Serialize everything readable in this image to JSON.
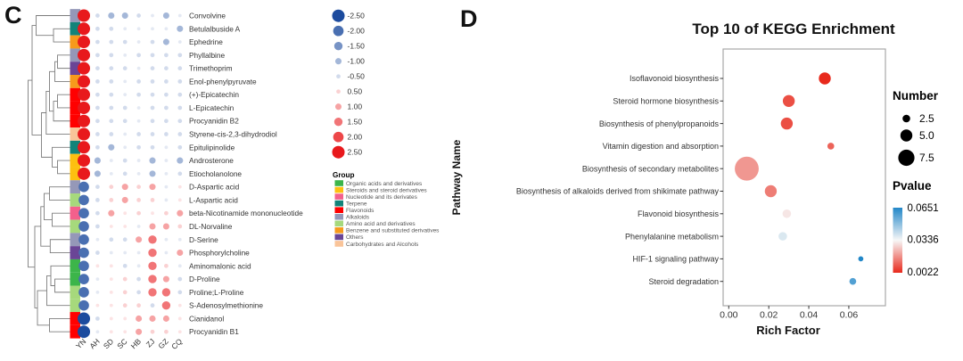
{
  "chart_data": [
    {
      "type": "heatmap",
      "panel": "C",
      "x_categories": [
        "YN",
        "AH",
        "SD",
        "SC",
        "HB",
        "ZJ",
        "GZ",
        "CQ"
      ],
      "scale_legend": {
        "labels": [
          "-2.50",
          "-2.00",
          "-1.50",
          "-1.00",
          "-0.50",
          "0.50",
          "1.00",
          "1.50",
          "2.00",
          "2.50"
        ]
      },
      "group_legend": {
        "title": "Group",
        "items": [
          {
            "label": "Organic acids and derivatives",
            "color": "#3CB54A"
          },
          {
            "label": "Steroids and steroid derivatives",
            "color": "#FDC010"
          },
          {
            "label": "Nucleotide and its derivates",
            "color": "#F4608C"
          },
          {
            "label": "Terpene",
            "color": "#128379"
          },
          {
            "label": "Flavonoids",
            "color": "#FF0000"
          },
          {
            "label": "Alkaloids",
            "color": "#9598B8"
          },
          {
            "label": "Amino acid and derivatives",
            "color": "#A6D97C"
          },
          {
            "label": "Benzene and substituted derivatives",
            "color": "#F79A1C"
          },
          {
            "label": "Others",
            "color": "#6A4596"
          },
          {
            "label": "Carbohydrates and Alcohols",
            "color": "#F9C499"
          }
        ]
      },
      "rows": [
        {
          "name": "Convolvine",
          "group": "Alkaloids",
          "values": [
            2.5,
            -0.5,
            -1.0,
            -1.0,
            -0.5,
            -0.3,
            -1.0,
            -0.3
          ]
        },
        {
          "name": "Betulalbuside A",
          "group": "Terpene",
          "values": [
            2.5,
            -0.5,
            -0.5,
            -0.3,
            -0.3,
            -0.3,
            -0.3,
            -1.0
          ]
        },
        {
          "name": "Ephedrine",
          "group": "Benzene and substituted derivatives",
          "values": [
            2.5,
            -0.5,
            -0.5,
            -0.5,
            -0.3,
            -0.5,
            -1.0,
            -0.3
          ]
        },
        {
          "name": "Phyllalbine",
          "group": "Alkaloids",
          "values": [
            2.5,
            -0.5,
            -0.5,
            -0.3,
            -0.5,
            -0.5,
            -0.5,
            -0.5
          ]
        },
        {
          "name": "Trimethoprim",
          "group": "Others",
          "values": [
            2.5,
            -0.5,
            -0.5,
            -0.5,
            -0.3,
            -0.5,
            -0.5,
            -0.5
          ]
        },
        {
          "name": "Enol-phenylpyruvate",
          "group": "Benzene and substituted derivatives",
          "values": [
            2.5,
            -0.5,
            -0.5,
            -0.3,
            -0.5,
            -0.5,
            -0.5,
            -0.5
          ]
        },
        {
          "name": "(+)-Epicatechin",
          "group": "Flavonoids",
          "values": [
            2.5,
            -0.5,
            -0.5,
            -0.3,
            -0.5,
            -0.5,
            -0.5,
            -0.5
          ]
        },
        {
          "name": "L-Epicatechin",
          "group": "Flavonoids",
          "values": [
            2.5,
            -0.5,
            -0.5,
            -0.5,
            -0.3,
            -0.5,
            -0.5,
            -0.5
          ]
        },
        {
          "name": "Procyanidin B2",
          "group": "Flavonoids",
          "values": [
            2.5,
            -0.5,
            -0.5,
            -0.5,
            -0.3,
            -0.5,
            -0.5,
            -0.5
          ]
        },
        {
          "name": "Styrene-cis-2,3-dihydrodiol",
          "group": "Carbohydrates and Alcohols",
          "values": [
            2.5,
            -0.5,
            -0.5,
            -0.3,
            -0.5,
            -0.5,
            -0.5,
            -0.5
          ]
        },
        {
          "name": "Epitulipinolide",
          "group": "Terpene",
          "values": [
            2.5,
            -0.5,
            -1.0,
            -0.3,
            -0.5,
            -0.5,
            -0.3,
            -0.5
          ]
        },
        {
          "name": "Androsterone",
          "group": "Steroids and steroid derivatives",
          "values": [
            2.5,
            -1.0,
            -0.3,
            -0.5,
            -0.3,
            -1.0,
            -0.3,
            -1.0
          ]
        },
        {
          "name": "Etiocholanolone",
          "group": "Steroids and steroid derivatives",
          "values": [
            2.5,
            -1.0,
            -0.3,
            -0.5,
            -0.3,
            -1.0,
            -0.3,
            -0.5
          ]
        },
        {
          "name": "D-Aspartic acid",
          "group": "Alkaloids",
          "values": [
            -2.0,
            -0.5,
            0.5,
            1.0,
            0.5,
            1.0,
            -0.3,
            0.3
          ]
        },
        {
          "name": "L-Aspartic acid",
          "group": "Amino acid and derivatives",
          "values": [
            -2.0,
            -0.5,
            0.5,
            1.0,
            0.5,
            0.5,
            -0.3,
            0.3
          ]
        },
        {
          "name": "beta-Nicotinamide mononucleotide",
          "group": "Nucleotide and its derivates",
          "values": [
            -2.0,
            -0.5,
            1.0,
            0.3,
            0.5,
            0.3,
            0.5,
            1.0
          ]
        },
        {
          "name": "DL-Norvaline",
          "group": "Amino acid and derivatives",
          "values": [
            -2.0,
            -0.5,
            0.3,
            0.3,
            -0.3,
            1.0,
            1.0,
            0.5
          ]
        },
        {
          "name": "D-Serine",
          "group": "Alkaloids",
          "values": [
            -2.0,
            -0.3,
            -0.5,
            -0.5,
            1.0,
            1.5,
            -0.3,
            -0.3
          ]
        },
        {
          "name": "Phosphorylcholine",
          "group": "Others",
          "values": [
            -2.0,
            -0.5,
            -0.3,
            -0.3,
            -0.3,
            1.5,
            -0.3,
            1.0
          ]
        },
        {
          "name": "Aminomalonic acid",
          "group": "Organic acids and derivatives",
          "values": [
            -2.0,
            0.3,
            0.3,
            -0.5,
            -0.3,
            1.5,
            0.5,
            -0.3
          ]
        },
        {
          "name": "D-Proline",
          "group": "Organic acids and derivatives",
          "values": [
            -2.0,
            -0.3,
            0.3,
            0.5,
            -0.5,
            1.5,
            1.0,
            -0.5
          ]
        },
        {
          "name": "Proline;L-Proline",
          "group": "Amino acid and derivatives",
          "values": [
            -2.0,
            -0.3,
            0.3,
            0.5,
            -0.5,
            1.5,
            1.5,
            -0.5
          ]
        },
        {
          "name": "S-Adenosylmethionine",
          "group": "Amino acid and derivatives",
          "values": [
            -2.0,
            0.3,
            0.3,
            0.5,
            0.5,
            -0.5,
            1.5,
            0.3
          ]
        },
        {
          "name": "Cianidanol",
          "group": "Flavonoids",
          "values": [
            -2.5,
            -0.5,
            0.3,
            0.3,
            1.0,
            1.0,
            1.0,
            0.3
          ]
        },
        {
          "name": "Procyanidin B1",
          "group": "Flavonoids",
          "values": [
            -2.5,
            -0.3,
            0.3,
            0.3,
            1.0,
            0.5,
            0.5,
            0.3
          ]
        }
      ]
    },
    {
      "type": "scatter",
      "panel": "D",
      "title": "Top 10 of KEGG Enrichment",
      "xlabel": "Rich Factor",
      "ylabel": "Pathway Name",
      "x_ticks": [
        "0.00",
        "0.02",
        "0.04",
        "0.06"
      ],
      "xlim": [
        0,
        0.078
      ],
      "number_legend": {
        "title": "Number",
        "labels": [
          "2.5",
          "5.0",
          "7.5"
        ]
      },
      "pvalue_legend": {
        "title": "Pvalue",
        "tick_labels": [
          "0.0651",
          "0.0336",
          "0.0022"
        ],
        "high_color": "#2287C8",
        "mid_color": "#F7F7F7",
        "low_color": "#E8291C"
      },
      "points": [
        {
          "pathway": "Isoflavonoid biosynthesis",
          "rich_factor": 0.048,
          "number": 5,
          "pvalue": 0.0022
        },
        {
          "pathway": "Steroid hormone biosynthesis",
          "rich_factor": 0.03,
          "number": 5,
          "pvalue": 0.008
        },
        {
          "pathway": "Biosynthesis of phenylpropanoids",
          "rich_factor": 0.029,
          "number": 5,
          "pvalue": 0.008
        },
        {
          "pathway": "Vitamin digestion and absorption",
          "rich_factor": 0.051,
          "number": 2,
          "pvalue": 0.011
        },
        {
          "pathway": "Biosynthesis of secondary metabolites",
          "rich_factor": 0.009,
          "number": 12,
          "pvalue": 0.019
        },
        {
          "pathway": "Biosynthesis of alkaloids derived from shikimate pathway",
          "rich_factor": 0.021,
          "number": 5,
          "pvalue": 0.015
        },
        {
          "pathway": "Flavonoid biosynthesis",
          "rich_factor": 0.029,
          "number": 3,
          "pvalue": 0.031
        },
        {
          "pathway": "Phenylalanine metabolism",
          "rich_factor": 0.027,
          "number": 3,
          "pvalue": 0.038
        },
        {
          "pathway": "HIF-1 signaling pathway",
          "rich_factor": 0.066,
          "number": 1,
          "pvalue": 0.0651
        },
        {
          "pathway": "Steroid degradation",
          "rich_factor": 0.062,
          "number": 2,
          "pvalue": 0.058
        }
      ]
    }
  ]
}
